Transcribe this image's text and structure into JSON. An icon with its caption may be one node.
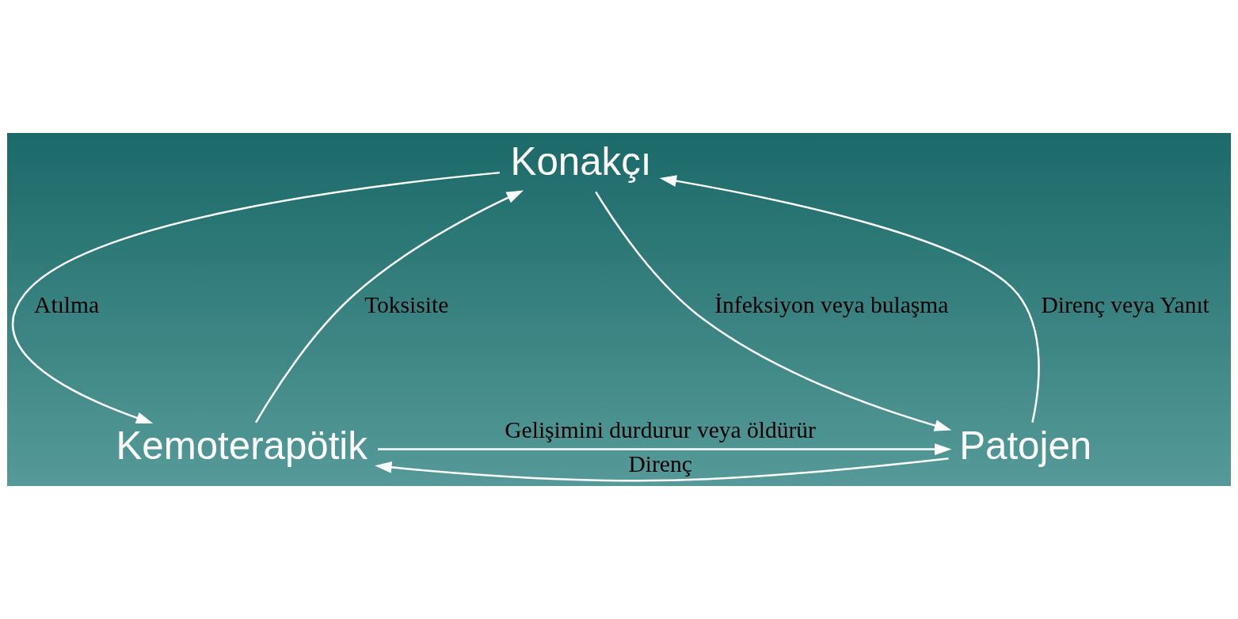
{
  "diagram": {
    "nodes": [
      {
        "text": [
          "Konakçı"
        ]
      },
      {
        "text": [
          "Kemoterapötik"
        ]
      },
      {
        "text": [
          "Patojen"
        ]
      }
    ],
    "edges": [
      {
        "from": 0,
        "to": 1,
        "arrow": "to",
        "label": "Atılma"
      },
      {
        "from": 1,
        "to": 0,
        "arrow": "to",
        "label": "Toksisite"
      },
      {
        "from": 0,
        "to": 2,
        "arrow": "to",
        "label": "İnfeksiyon veya bulaşma"
      },
      {
        "from": 2,
        "to": 0,
        "arrow": "to",
        "label": "Direnç veya Yanıt"
      },
      {
        "from": 1,
        "to": 2,
        "arrow": "to",
        "label": "Gelişimini durdurur veya öldürür"
      },
      {
        "from": 2,
        "to": 1,
        "arrow": "to",
        "label": "Direnç"
      }
    ]
  }
}
